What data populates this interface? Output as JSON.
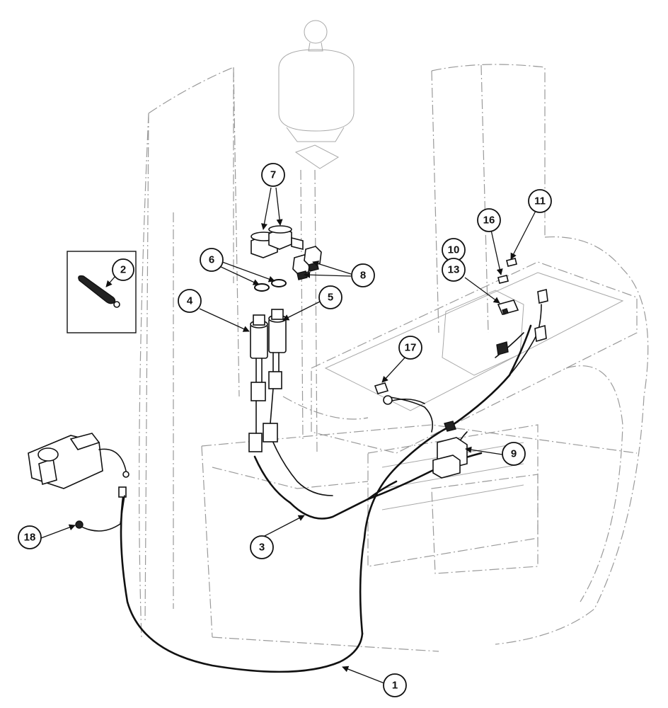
{
  "callouts": {
    "c1": "1",
    "c2": "2",
    "c3": "3",
    "c4": "4",
    "c5": "5",
    "c6": "6",
    "c7": "7",
    "c8": "8",
    "c9": "9",
    "c10": "10",
    "c11": "11",
    "c13": "13",
    "c16": "16",
    "c17": "17",
    "c18": "18"
  },
  "colors": {
    "line": "#111111",
    "ghost": "#9a9a9a",
    "background": "#ffffff"
  }
}
